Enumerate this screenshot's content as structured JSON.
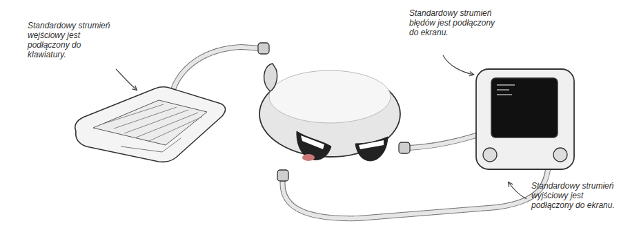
{
  "diagram": {
    "labels": [
      "Standardowy strumień wejściowy jest podłączony do klawiatury.",
      "Standardowy strumień błędów jest podłączony do ekranu.",
      "Standardowy strumień wyjściowy jest podłączony do ekranu."
    ]
  }
}
